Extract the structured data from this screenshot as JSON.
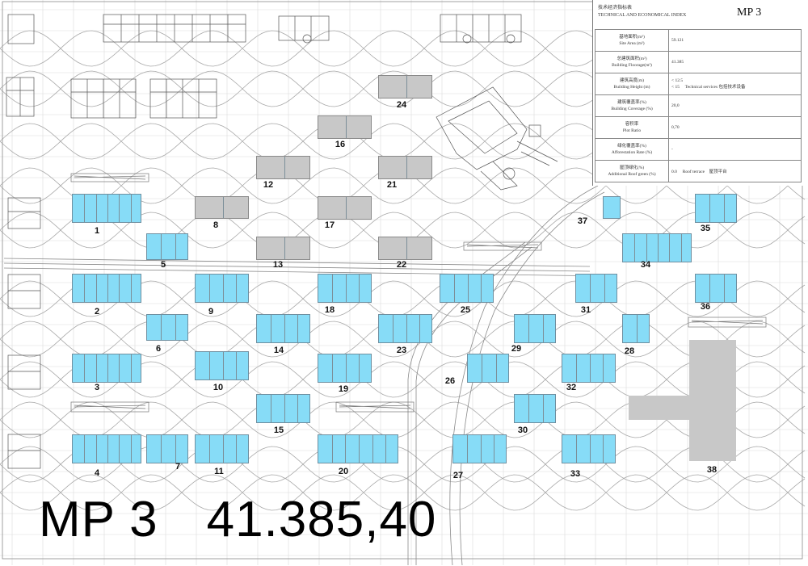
{
  "colors": {
    "residential": "#87dcf7",
    "grey_block": "#c8c8c8",
    "line": "#9a9a9a"
  },
  "index": {
    "title_cn": "技术经济指标表",
    "title_en": "TECHNICAL AND ECONOMICAL INDEX",
    "plan_id": "MP 3",
    "rows": [
      {
        "cn": "基地面积(m²)",
        "en": "Site Area (m²)",
        "value": "59.121",
        "note": ""
      },
      {
        "cn": "总建筑面积(m²)",
        "en": "Building Floorage(m²)",
        "value": "41.385",
        "note": ""
      },
      {
        "cn": "建筑高度(m)",
        "en": "Building Height (m)",
        "value": "< 12.5\n< 15",
        "note": "Technical services 包括技术设备"
      },
      {
        "cn": "建筑覆盖率(%)",
        "en": "Building Coverage (%)",
        "value": "20,0",
        "note": ""
      },
      {
        "cn": "容积率",
        "en": "Plot Ratio",
        "value": "0,70",
        "note": ""
      },
      {
        "cn": "绿化覆盖率(%)",
        "en": "Afforestation Rate (%)",
        "value": "-",
        "note": ""
      },
      {
        "cn": "屋顶绿化(%)",
        "en": "Additional Roof green (%)",
        "value": "0.0",
        "note": "Roof terrace    屋顶平台"
      }
    ]
  },
  "caption": {
    "plan": "MP 3",
    "floorage": "41.385,40"
  },
  "buildings": [
    {
      "label": "1",
      "type": "blue"
    },
    {
      "label": "2",
      "type": "blue"
    },
    {
      "label": "3",
      "type": "blue"
    },
    {
      "label": "4",
      "type": "blue"
    },
    {
      "label": "5",
      "type": "blue"
    },
    {
      "label": "6",
      "type": "blue"
    },
    {
      "label": "7",
      "type": "blue"
    },
    {
      "label": "8",
      "type": "grey"
    },
    {
      "label": "9",
      "type": "blue"
    },
    {
      "label": "10",
      "type": "blue"
    },
    {
      "label": "11",
      "type": "blue"
    },
    {
      "label": "12",
      "type": "grey"
    },
    {
      "label": "13",
      "type": "grey"
    },
    {
      "label": "14",
      "type": "blue"
    },
    {
      "label": "15",
      "type": "blue"
    },
    {
      "label": "16",
      "type": "grey"
    },
    {
      "label": "17",
      "type": "grey"
    },
    {
      "label": "18",
      "type": "blue"
    },
    {
      "label": "19",
      "type": "blue"
    },
    {
      "label": "20",
      "type": "blue"
    },
    {
      "label": "21",
      "type": "grey"
    },
    {
      "label": "22",
      "type": "grey"
    },
    {
      "label": "23",
      "type": "blue"
    },
    {
      "label": "24",
      "type": "grey"
    },
    {
      "label": "25",
      "type": "blue"
    },
    {
      "label": "26",
      "type": "blue"
    },
    {
      "label": "27",
      "type": "blue"
    },
    {
      "label": "28",
      "type": "blue"
    },
    {
      "label": "29",
      "type": "blue"
    },
    {
      "label": "30",
      "type": "blue"
    },
    {
      "label": "31",
      "type": "blue"
    },
    {
      "label": "32",
      "type": "blue"
    },
    {
      "label": "33",
      "type": "blue"
    },
    {
      "label": "34",
      "type": "blue"
    },
    {
      "label": "35",
      "type": "blue"
    },
    {
      "label": "36",
      "type": "blue"
    },
    {
      "label": "37",
      "type": "blue"
    },
    {
      "label": "38",
      "type": "grey"
    }
  ]
}
